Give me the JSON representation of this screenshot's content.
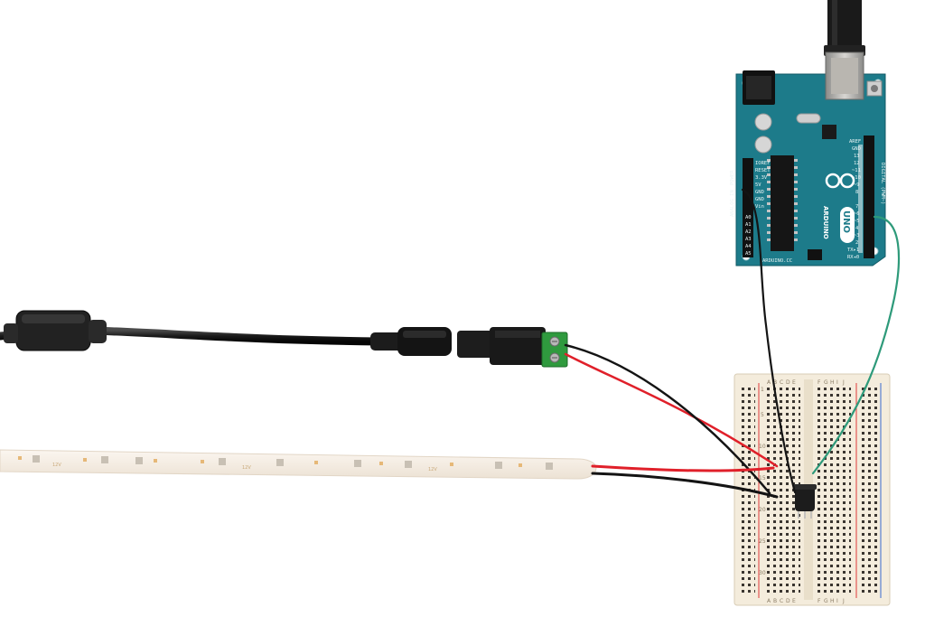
{
  "photo": {
    "colors": {
      "background": "#ffffff",
      "arduino_board": "#1d7b8a",
      "breadboard": "#f4ecdc",
      "wire_red": "#e0202a",
      "wire_black": "#141414",
      "wire_green": "#2e9a7a",
      "terminal_block": "#2f9a3e",
      "cable": "#1a1a1a"
    },
    "arduino": {
      "brand": "ARDUINO",
      "model": "UNO",
      "website": "ARDUINO.CC",
      "digital_header": [
        "AREF",
        "GND",
        "13",
        "12",
        "~11",
        "~10",
        "~9",
        "8",
        "7",
        "~6",
        "~5",
        "4",
        "~3",
        "2",
        "TX▸1",
        "RX◂0"
      ],
      "power_header": [
        "IOREF",
        "RESET",
        "3.3V",
        "5V",
        "GND",
        "GND",
        "Vin"
      ],
      "analog_header": [
        "A0",
        "A1",
        "A2",
        "A3",
        "A4",
        "A5"
      ],
      "analog_title": "ANALOG IN",
      "digital_title": "DIGITAL (PWM~)",
      "power_title": "POWER"
    },
    "breadboard": {
      "columns_left": [
        "A",
        "B",
        "C",
        "D",
        "E"
      ],
      "columns_right": [
        "F",
        "G",
        "H",
        "I",
        "J"
      ],
      "row_numbers": [
        "1",
        "5",
        "10",
        "15",
        "20",
        "25",
        "30"
      ]
    },
    "led_strip": {
      "segment_label": "12V"
    }
  }
}
